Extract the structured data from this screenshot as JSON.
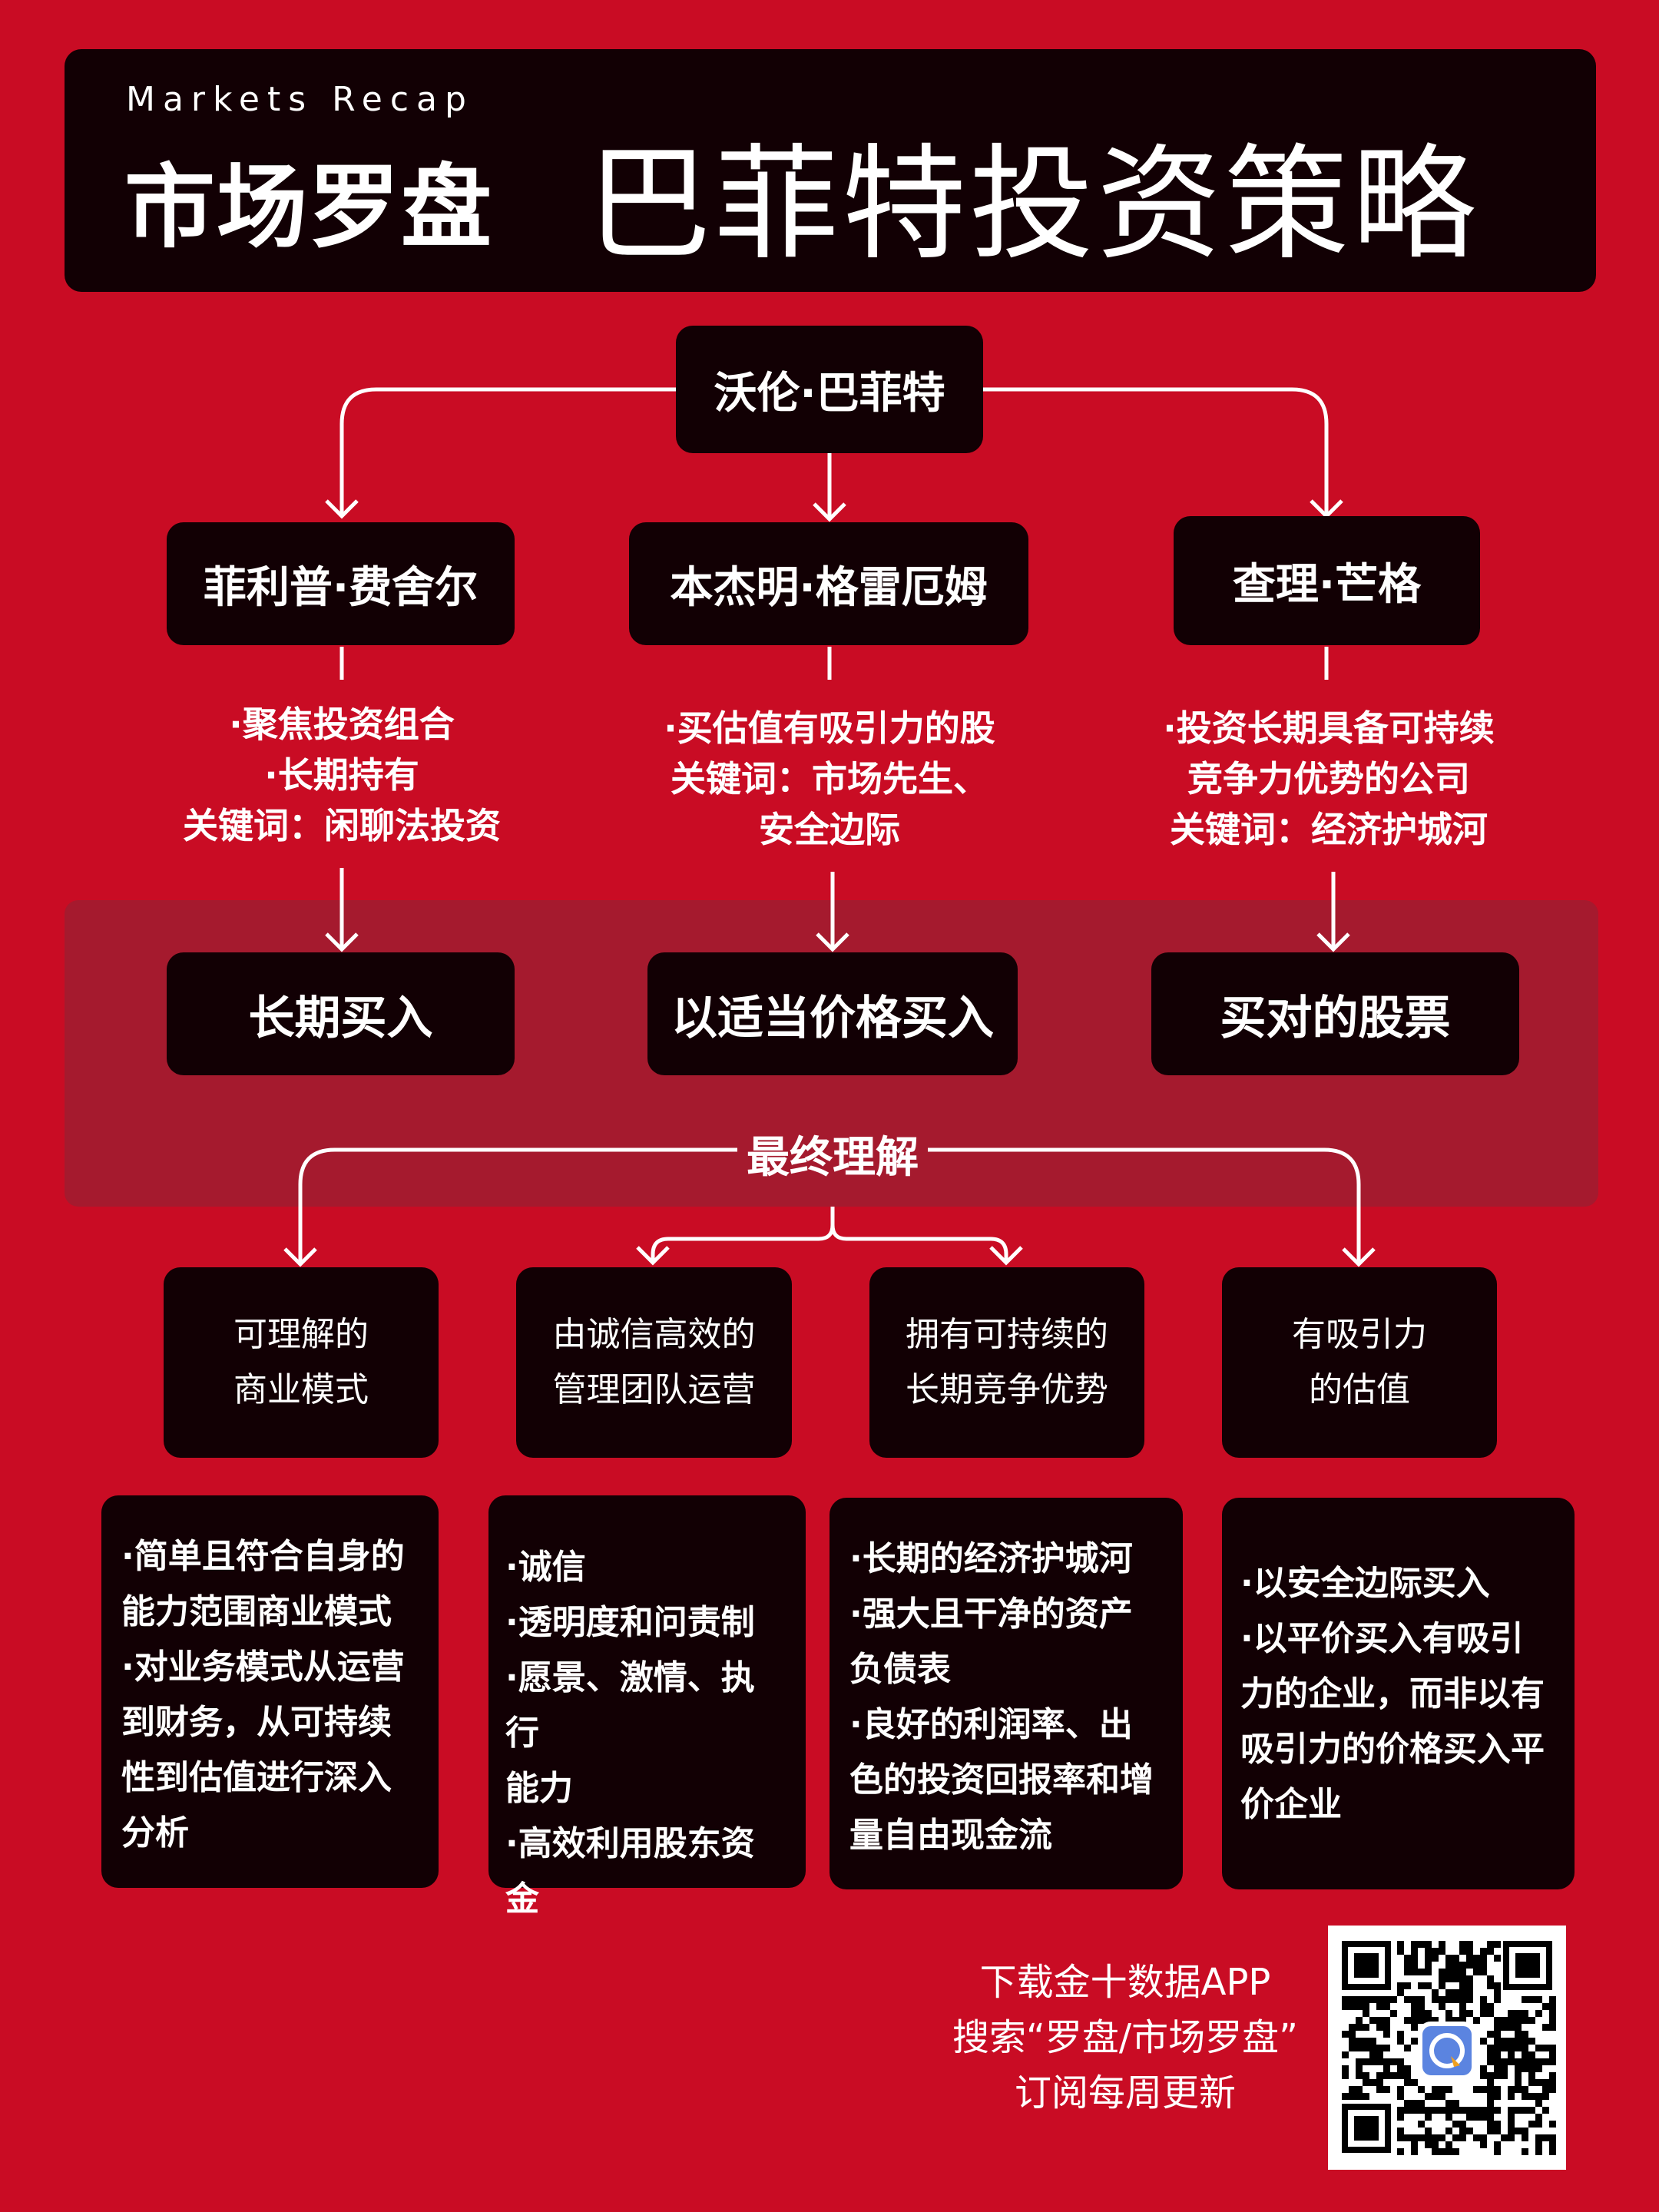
{
  "header": {
    "subtitle_en": "Markets Recap",
    "brand": "市场罗盘",
    "title": "巴菲特投资策略"
  },
  "root": "沃伦·巴菲特",
  "mentors": [
    {
      "name": "菲利普·费舍尔",
      "desc": [
        "·聚焦投资组合",
        "·长期持有",
        "关键词：闲聊法投资"
      ],
      "result": "长期买入"
    },
    {
      "name": "本杰明·格雷厄姆",
      "desc": [
        "·买估值有吸引力的股",
        "关键词：市场先生、",
        "安全边际"
      ],
      "result": "以适当价格买入"
    },
    {
      "name": "查理·芒格",
      "desc": [
        "·投资长期具备可持续",
        "竞争力优势的公司",
        "关键词：经济护城河"
      ],
      "result": "买对的股票"
    }
  ],
  "final_label": "最终理解",
  "principles": [
    {
      "title": [
        "可理解的",
        "商业模式"
      ],
      "details": [
        "·简单且符合自身的",
        "能力范围商业模式",
        "·对业务模式从运营",
        "到财务，从可持续",
        "性到估值进行深入",
        "分析"
      ]
    },
    {
      "title": [
        "由诚信高效的",
        "管理团队运营"
      ],
      "details": [
        "·诚信",
        "·透明度和问责制",
        "·愿景、激情、执行",
        "能力",
        "·高效利用股东资金"
      ]
    },
    {
      "title": [
        "拥有可持续的",
        "长期竞争优势"
      ],
      "details": [
        "·长期的经济护城河",
        "·强大且干净的资产",
        "负债表",
        "·良好的利润率、出",
        "色的投资回报率和增",
        "量自由现金流"
      ]
    },
    {
      "title": [
        "有吸引力",
        "的估值"
      ],
      "details": [
        "·以安全边际买入",
        "·以平价买入有吸引",
        "力的企业，而非以有",
        "吸引力的价格买入平",
        "价企业"
      ]
    }
  ],
  "footer": [
    "下载金十数据APP",
    "搜索“罗盘/市场罗盘”",
    "订阅每周更新"
  ],
  "colors": {
    "background": "#c90c24",
    "box": "#120004",
    "band": "#a51a2e"
  }
}
